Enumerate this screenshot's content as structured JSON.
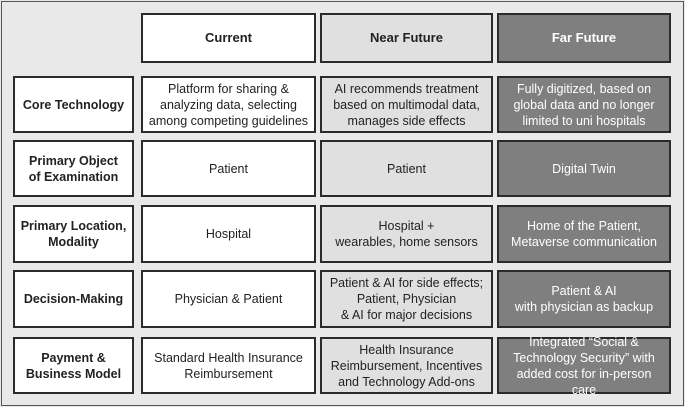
{
  "headers": {
    "current": "Current",
    "near": "Near Future",
    "far": "Far Future"
  },
  "rows": [
    {
      "label": "Core Technology",
      "current": "Platform for sharing &\nanalyzing data, selecting\namong competing guidelines",
      "near": "AI recommends treatment\nbased on multimodal data,\nmanages side effects",
      "far": "Fully digitized, based on\nglobal data and no longer\nlimited to uni hospitals"
    },
    {
      "label": "Primary Object\nof Examination",
      "current": "Patient",
      "near": "Patient",
      "far": "Digital Twin"
    },
    {
      "label": "Primary Location,\nModality",
      "current": "Hospital",
      "near": "Hospital +\nwearables, home sensors",
      "far": "Home of the Patient,\nMetaverse communication"
    },
    {
      "label": "Decision-Making",
      "current": "Physician & Patient",
      "near": "Patient & AI for side effects;\nPatient, Physician\n& AI for major decisions",
      "far": "Patient & AI\nwith physician as backup"
    },
    {
      "label": "Payment &\nBusiness Model",
      "current": "Standard Health Insurance\nReimbursement",
      "near": "Health Insurance\nReimbursement, Incentives\nand Technology Add-ons",
      "far": "Integrated “Social &\nTechnology Security” with\nadded cost for in-person care"
    }
  ]
}
